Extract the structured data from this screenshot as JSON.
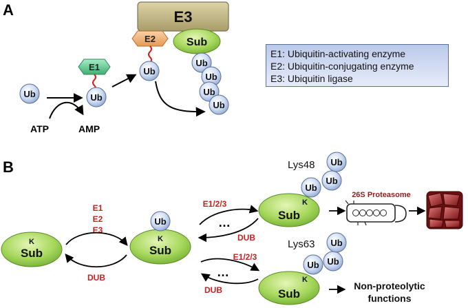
{
  "panel_a": {
    "label": "A",
    "e3_label": "E3",
    "e2_label": "E2",
    "e1_label": "E1",
    "sub_label": "Sub",
    "ub_label": "Ub",
    "atp_label": "ATP",
    "amp_label": "AMP",
    "legend": [
      "E1: Ubiquitin-activating enzyme",
      "E2: Ubiquitin-conjugating enzyme",
      "E3: Ubiquitin ligase"
    ]
  },
  "panel_b": {
    "label": "B",
    "sub_label": "Sub",
    "k_label": "K",
    "ub_label": "Ub",
    "enzymes_forward": [
      "E1",
      "E2",
      "E3"
    ],
    "dub_label": "DUB",
    "e123_label": "E1/2/3",
    "ellipsis": "…",
    "lys48_label": "Lys48",
    "lys63_label": "Lys63",
    "proteasome_label": "26S Proteasome",
    "outcome_lys63": [
      "Non-proteolytic",
      "functions"
    ]
  },
  "colors": {
    "sub_fill": "#9ccf4e",
    "ub_fill": "#c8d8f0",
    "e1_fill": "#5cc88c",
    "e2_fill": "#f3b27a",
    "e3_fill": "#c9bd8a",
    "enzyme_text": "#cc1f1f",
    "linker": "#d02020",
    "proteasome_red": "#8e1c1c"
  }
}
